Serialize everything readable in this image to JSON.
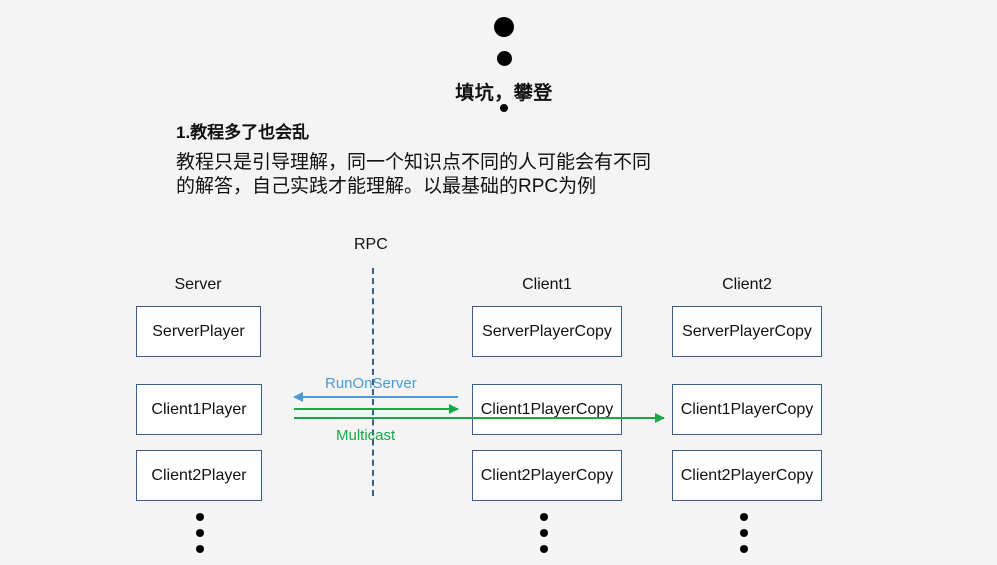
{
  "header": {
    "title": "填坑，攀登"
  },
  "section": {
    "heading": "1.教程多了也会乱",
    "body_line1": "教程只是引导理解，同一个知识点不同的人可能会有不同",
    "body_line2": "的解答，自己实践才能理解。以最基础的RPC为例"
  },
  "diagram": {
    "divider_label": "RPC",
    "columns": [
      {
        "label": "Server",
        "nodes": [
          "ServerPlayer",
          "Client1Player",
          "Client2Player"
        ]
      },
      {
        "label": "Client1",
        "nodes": [
          "ServerPlayerCopy",
          "Client1PlayerCopy",
          "Client2PlayerCopy"
        ]
      },
      {
        "label": "Client2",
        "nodes": [
          "ServerPlayerCopy",
          "Client1PlayerCopy",
          "Client2PlayerCopy"
        ]
      }
    ],
    "arrows": {
      "run_on_server": {
        "label": "RunOnServer",
        "from": "Client1",
        "to": "Server",
        "color": "#4a9bd8"
      },
      "multicast": {
        "label": "Multicast",
        "from": "Server",
        "to": [
          "Client1",
          "Client2"
        ],
        "color": "#18a84a"
      }
    },
    "colors": {
      "node_border": "#3b5f86",
      "background": "#f4f4f4"
    }
  }
}
